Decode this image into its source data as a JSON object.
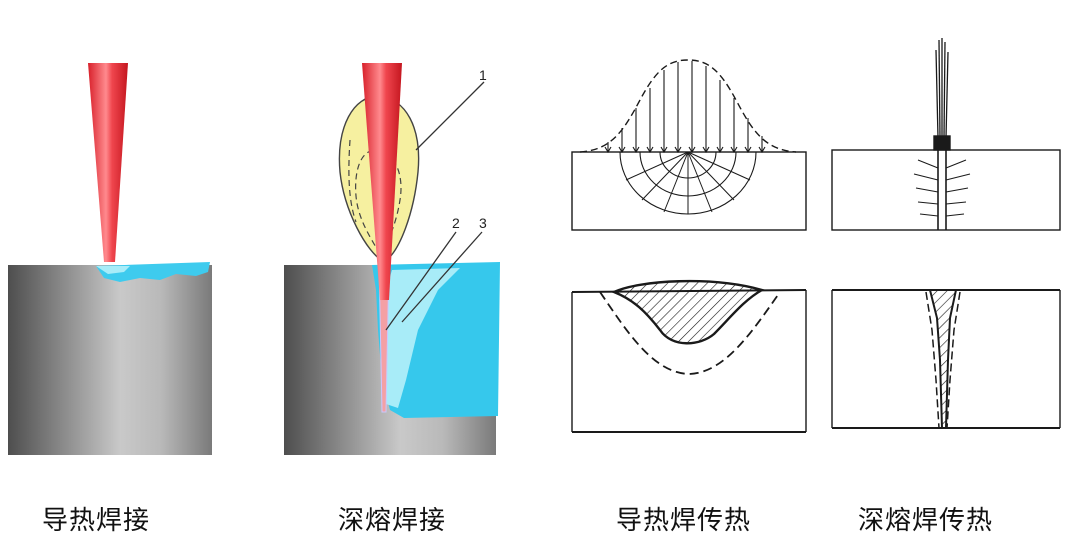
{
  "captions": {
    "conduction_welding": "导热焊接",
    "deep_penetration_welding": "深熔焊接",
    "conduction_heat_transfer": "导热焊传热",
    "deep_penetration_heat_transfer": "深熔焊传热"
  },
  "callouts": {
    "label_1": "1",
    "label_2": "2",
    "label_3": "3"
  },
  "colors": {
    "laser_beam": "#e8323a",
    "melt_pool": "#36c8ec",
    "melt_pool_light": "#a8ecf8",
    "plasma_plume": "#f6f0a0",
    "metal_dark": "#5a5a5a",
    "metal_light": "#c8c8c8",
    "line_art": "#1a1a1a"
  }
}
